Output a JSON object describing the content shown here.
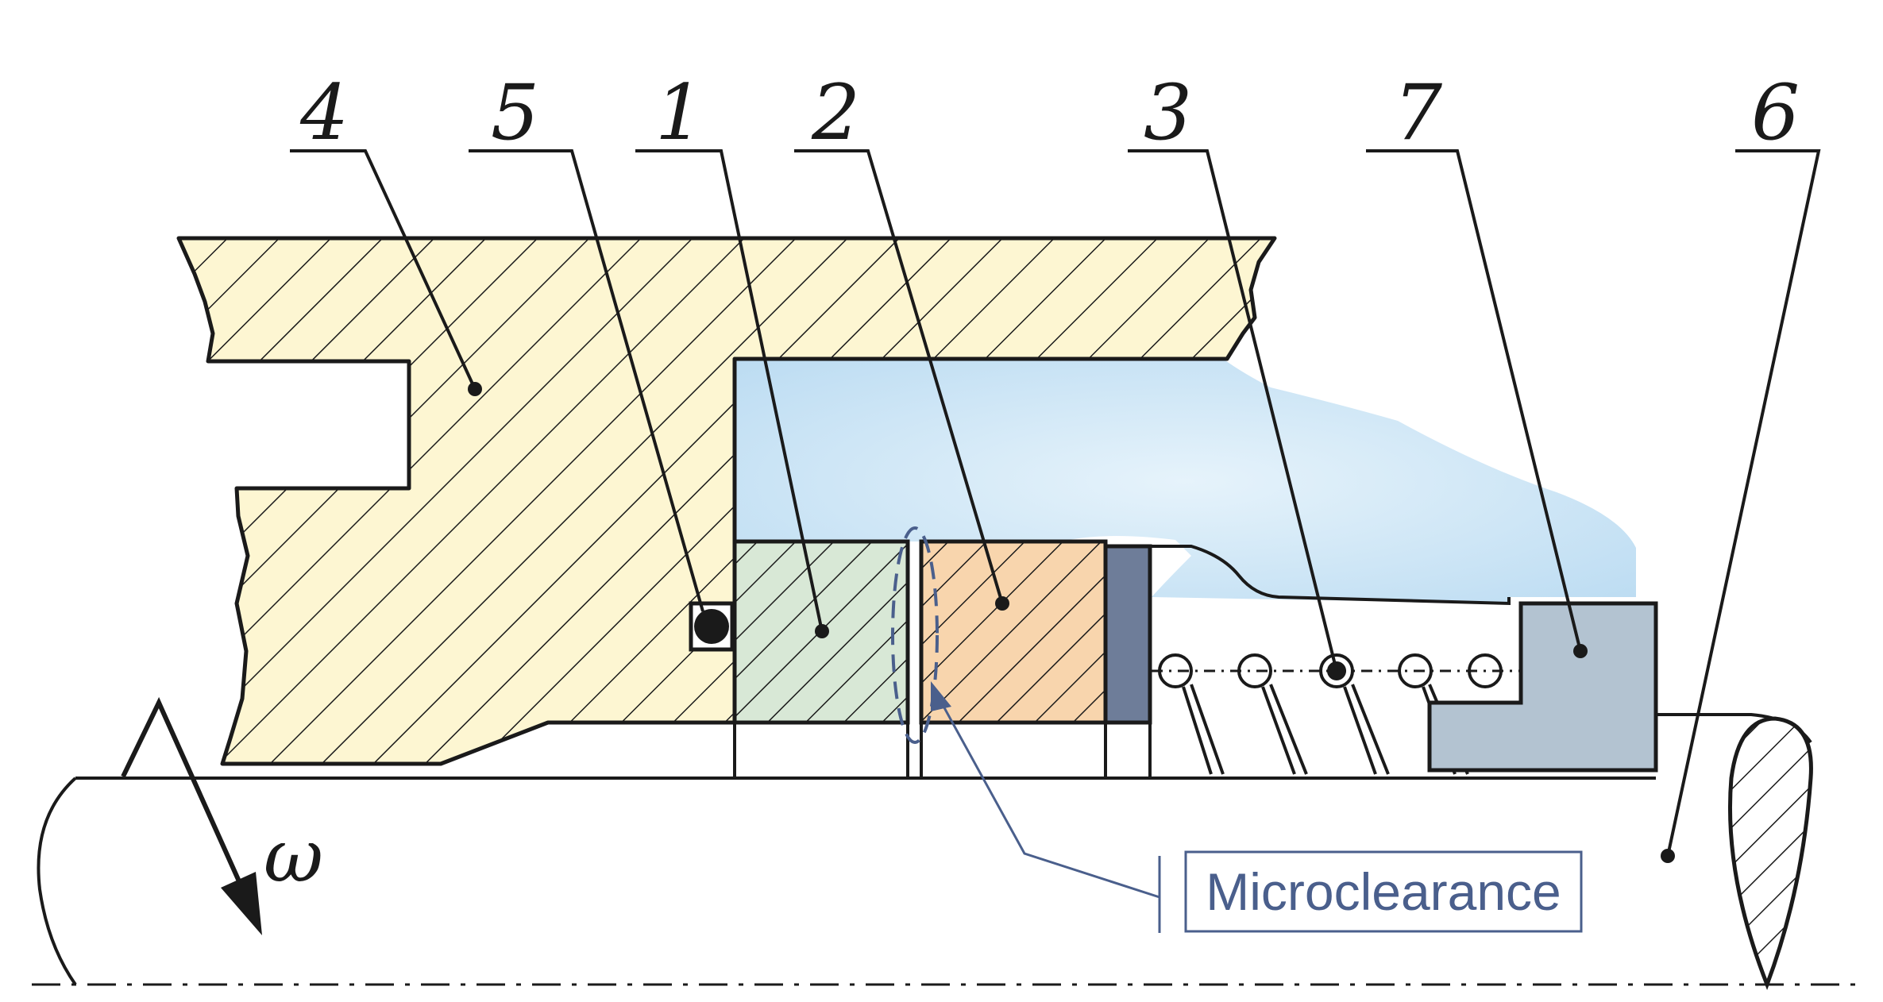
{
  "labels": {
    "part_4": "4",
    "part_5": "5",
    "part_1": "1",
    "part_2": "2",
    "part_3": "3",
    "part_7": "7",
    "part_6": "6"
  },
  "rotation_symbol": "ω",
  "callout": "Microclearance",
  "colors": {
    "housing": "#fdf6d2",
    "stationary_ring": "#d8e8d6",
    "rotating_ring": "#f8d5ad",
    "spacer": "#6e7d99",
    "retainer": "#b3c3d1",
    "fluid": "#cfe6f6",
    "callout": "#4a5f8c",
    "line": "#1a1a1a"
  }
}
